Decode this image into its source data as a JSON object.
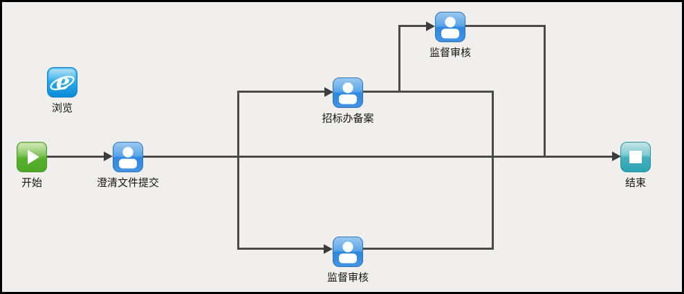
{
  "diagram": {
    "background_color": "#f0efed",
    "frame_color": "#000000",
    "connector_color": "#494949",
    "arrowhead_color": "#3c3c3c",
    "node_colors": {
      "task_blue": "#3f91e2",
      "start_green": "#55ad2b",
      "end_teal": "#2ba4b4",
      "browser_blue": "#1e9ce8",
      "glyph_white": "#ffffff"
    },
    "nodes": [
      {
        "id": "browse",
        "label": "浏览",
        "type": "browser",
        "icon": "ie-browser-icon"
      },
      {
        "id": "start",
        "label": "开始",
        "type": "start",
        "icon": "play-icon"
      },
      {
        "id": "clarify",
        "label": "澄清文件提交",
        "type": "task",
        "icon": "person-icon"
      },
      {
        "id": "bid-office",
        "label": "招标办备案",
        "type": "task",
        "icon": "person-icon"
      },
      {
        "id": "supervise-top",
        "label": "监督审核",
        "type": "task",
        "icon": "person-icon"
      },
      {
        "id": "supervise-bottom",
        "label": "监督审核",
        "type": "task",
        "icon": "person-icon"
      },
      {
        "id": "end",
        "label": "结束",
        "type": "end",
        "icon": "stop-icon"
      }
    ],
    "edges": [
      {
        "from": "start",
        "to": "clarify"
      },
      {
        "from": "clarify",
        "to": "end"
      },
      {
        "from": "clarify",
        "to": "bid-office"
      },
      {
        "from": "clarify",
        "to": "supervise-bottom"
      },
      {
        "from": "bid-office",
        "to": "supervise-top"
      },
      {
        "from": "bid-office",
        "to": "end"
      },
      {
        "from": "supervise-top",
        "to": "end"
      },
      {
        "from": "supervise-bottom",
        "to": "end"
      }
    ]
  }
}
